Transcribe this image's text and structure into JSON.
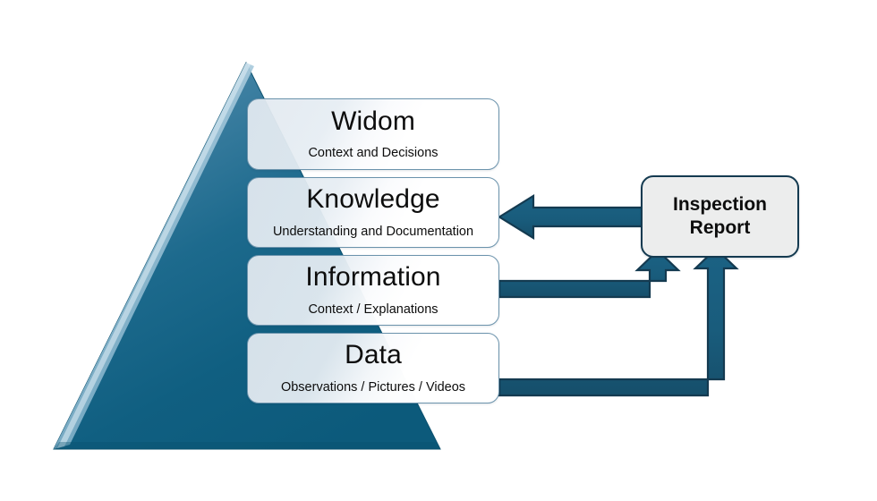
{
  "diagram": {
    "title": "DIKW pyramid with inspection report flow",
    "background_color": "#ffffff",
    "accent_color": "#1b5e7e",
    "outline_color": "#143a50",
    "pyramid": {
      "name": "dikw-pyramid",
      "fill_top_color": "#5b93b2",
      "fill_bottom_color": "#0e5e80",
      "bevel_color": "#a9cbdd"
    },
    "tiers": [
      {
        "id": "wisdom",
        "title": "Widom",
        "subtitle": "Context and Decisions"
      },
      {
        "id": "knowledge",
        "title": "Knowledge",
        "subtitle": "Understanding and Documentation"
      },
      {
        "id": "information",
        "title": "Information",
        "subtitle": "Context / Explanations"
      },
      {
        "id": "data",
        "title": "Data",
        "subtitle": "Observations / Pictures / Videos"
      }
    ],
    "report": {
      "label": "Inspection\nReport"
    },
    "connectors": [
      {
        "id": "report-to-knowledge",
        "from": "Inspection Report",
        "to": "Knowledge",
        "direction": "left"
      },
      {
        "id": "information-to-report",
        "from": "Information",
        "to": "Inspection Report",
        "direction": "right-then-up"
      },
      {
        "id": "data-to-report",
        "from": "Data",
        "to": "Inspection Report",
        "direction": "right-then-up"
      }
    ]
  }
}
